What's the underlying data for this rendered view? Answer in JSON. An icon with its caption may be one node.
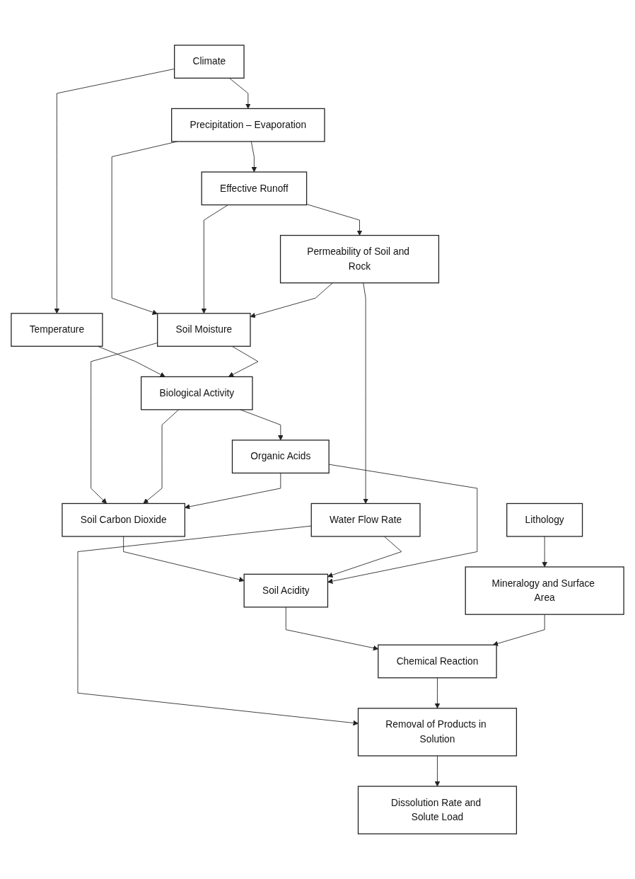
{
  "diagram": {
    "nodes": [
      {
        "text": [
          "Climate"
        ]
      },
      {
        "text": [
          "Precipitation – Evaporation"
        ]
      },
      {
        "text": [
          "Temperature"
        ]
      },
      {
        "text": [
          "Effective Runoff"
        ]
      },
      {
        "text": [
          "Soil Moisture"
        ]
      },
      {
        "text": [
          "Biological Activity"
        ]
      },
      {
        "text": [
          "Permeability of Soil and Rock"
        ]
      },
      {
        "text": [
          "Soil Carbon Dioxide"
        ]
      },
      {
        "text": [
          "Water Flow Rate"
        ]
      },
      {
        "text": [
          "Organic Acids"
        ]
      },
      {
        "text": [
          "Soil Acidity"
        ]
      },
      {
        "text": [
          "Chemical Reaction"
        ]
      },
      {
        "text": [
          "Removal of Products in Solution"
        ]
      },
      {
        "text": [
          "Mineralogy and Surface Area"
        ]
      },
      {
        "text": [
          "Dissolution Rate and Solute Load"
        ]
      },
      {
        "text": [
          "Lithology"
        ]
      }
    ],
    "edges": [
      {
        "from": 0,
        "to": 1,
        "arrow": "to"
      },
      {
        "from": 0,
        "to": 2,
        "arrow": "to"
      },
      {
        "from": 1,
        "to": 3,
        "arrow": "to"
      },
      {
        "from": 1,
        "to": 4,
        "arrow": "to"
      },
      {
        "from": 2,
        "to": 5,
        "arrow": "to"
      },
      {
        "from": 3,
        "to": 4,
        "arrow": "to"
      },
      {
        "from": 3,
        "to": 6,
        "arrow": "to"
      },
      {
        "from": 6,
        "to": 4,
        "arrow": "to"
      },
      {
        "from": 4,
        "to": 5,
        "arrow": "to"
      },
      {
        "from": 4,
        "to": 7,
        "arrow": "to"
      },
      {
        "from": 5,
        "to": 7,
        "arrow": "to"
      },
      {
        "from": 5,
        "to": 9,
        "arrow": "to"
      },
      {
        "from": 6,
        "to": 8,
        "arrow": "to"
      },
      {
        "from": 9,
        "to": 7,
        "arrow": "to"
      },
      {
        "from": 7,
        "to": 10,
        "arrow": "to"
      },
      {
        "from": 8,
        "to": 10,
        "arrow": "to"
      },
      {
        "from": 9,
        "to": 10,
        "arrow": "to"
      },
      {
        "from": 8,
        "to": 12,
        "arrow": "to"
      },
      {
        "from": 10,
        "to": 11,
        "arrow": "to"
      },
      {
        "from": 11,
        "to": 12,
        "arrow": "to"
      },
      {
        "from": 13,
        "to": 11,
        "arrow": "to"
      },
      {
        "from": 15,
        "to": 13,
        "arrow": "to"
      },
      {
        "from": 12,
        "to": 14,
        "arrow": "to"
      }
    ]
  }
}
